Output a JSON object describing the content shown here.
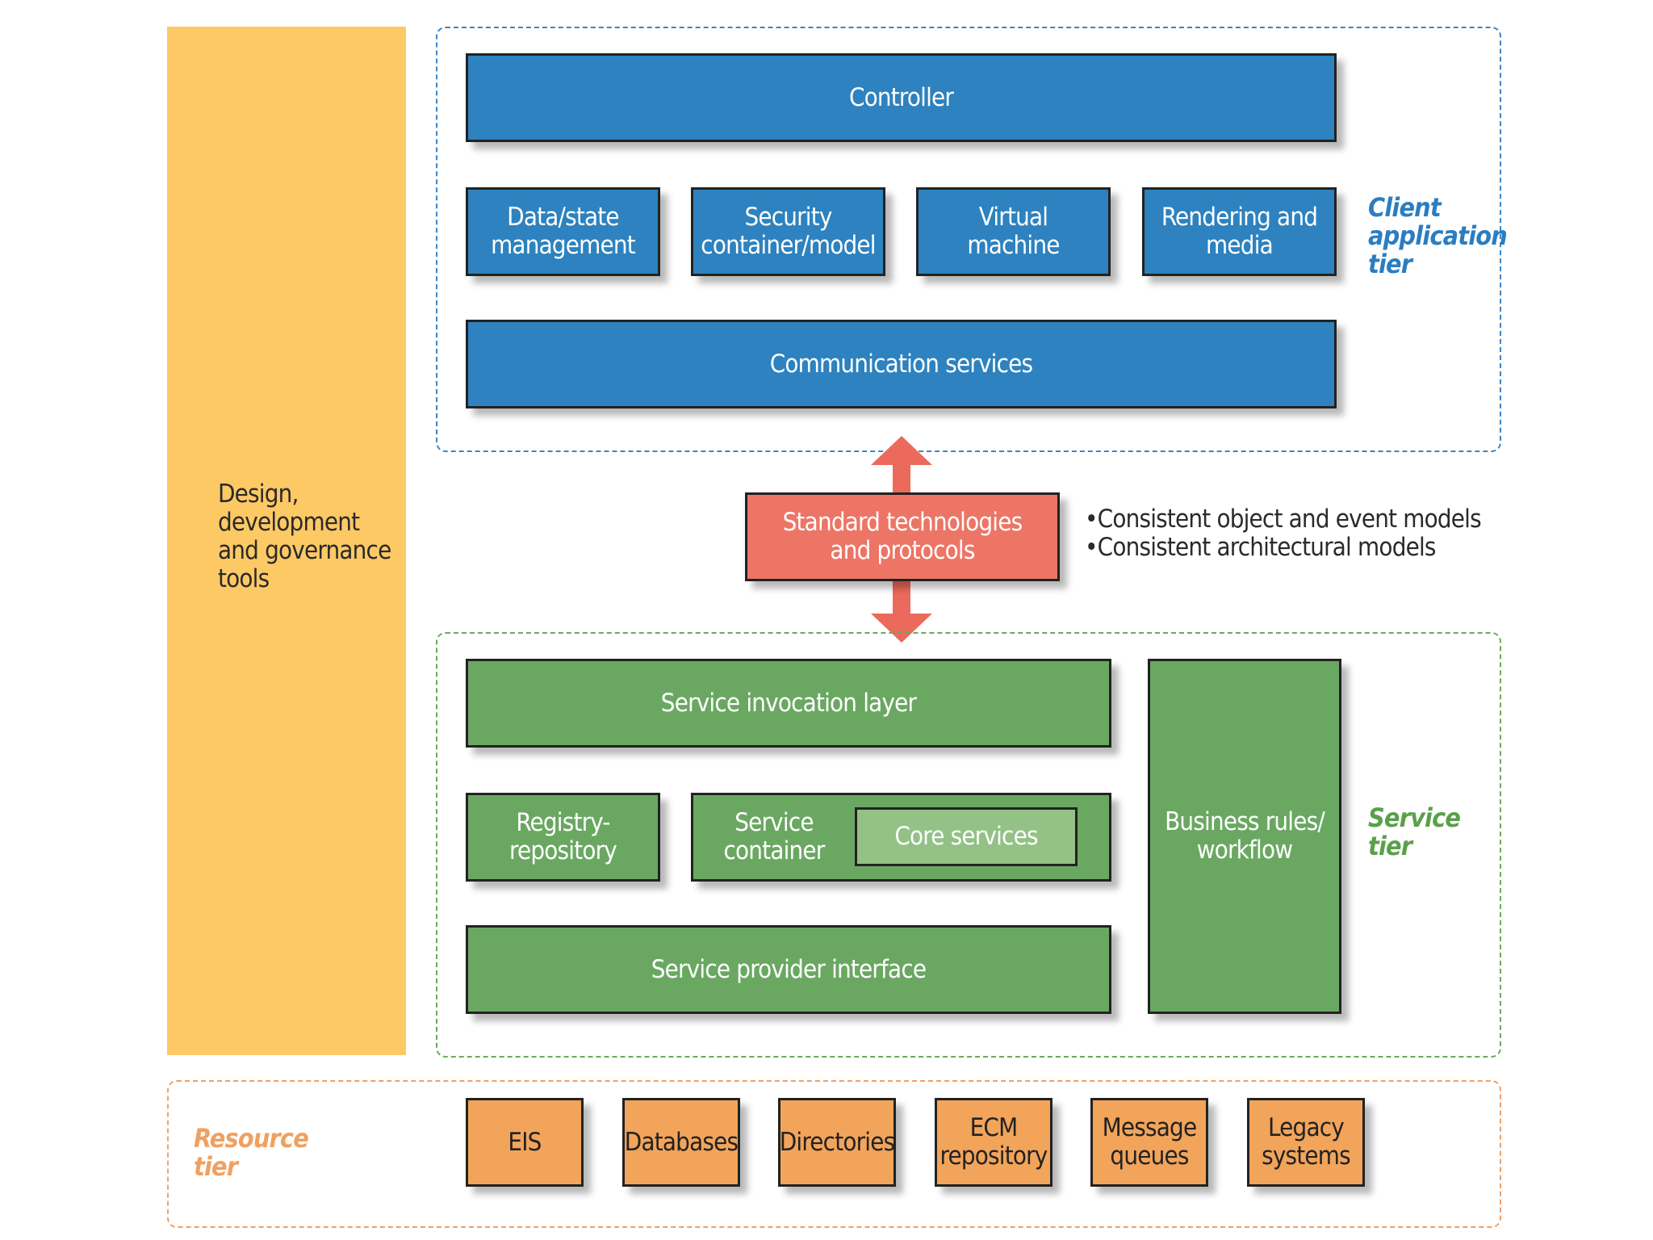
{
  "tools": {
    "label": "Design,\ndevelopment\nand governance\ntools"
  },
  "client_tier": {
    "label": "Client\napplication\ntier",
    "controller": "Controller",
    "modules": [
      "Data/state\nmanagement",
      "Security\ncontainer/model",
      "Virtual\nmachine",
      "Rendering and\nmedia"
    ],
    "communication": "Communication services"
  },
  "middle": {
    "standards": "Standard technologies\nand protocols",
    "bullets": [
      "•Consistent object and event models",
      "•Consistent architectural models"
    ]
  },
  "service_tier": {
    "label": "Service\ntier",
    "invocation": "Service invocation layer",
    "registry": "Registry-\nrepository",
    "container": "Service\ncontainer",
    "core": "Core services",
    "provider": "Service provider interface",
    "business": "Business rules/\nworkflow"
  },
  "resource_tier": {
    "label": "Resource\ntier",
    "items": [
      "EIS",
      "Databases",
      "Directories",
      "ECM\nrepository",
      "Message\nqueues",
      "Legacy\nsystems"
    ]
  },
  "colors": {
    "client_blue": "#2d82bf",
    "service_green": "#6aa862",
    "standards_red": "#ec7565",
    "resource_orange": "#f2a45a",
    "tools_yellow": "#fdc965"
  }
}
